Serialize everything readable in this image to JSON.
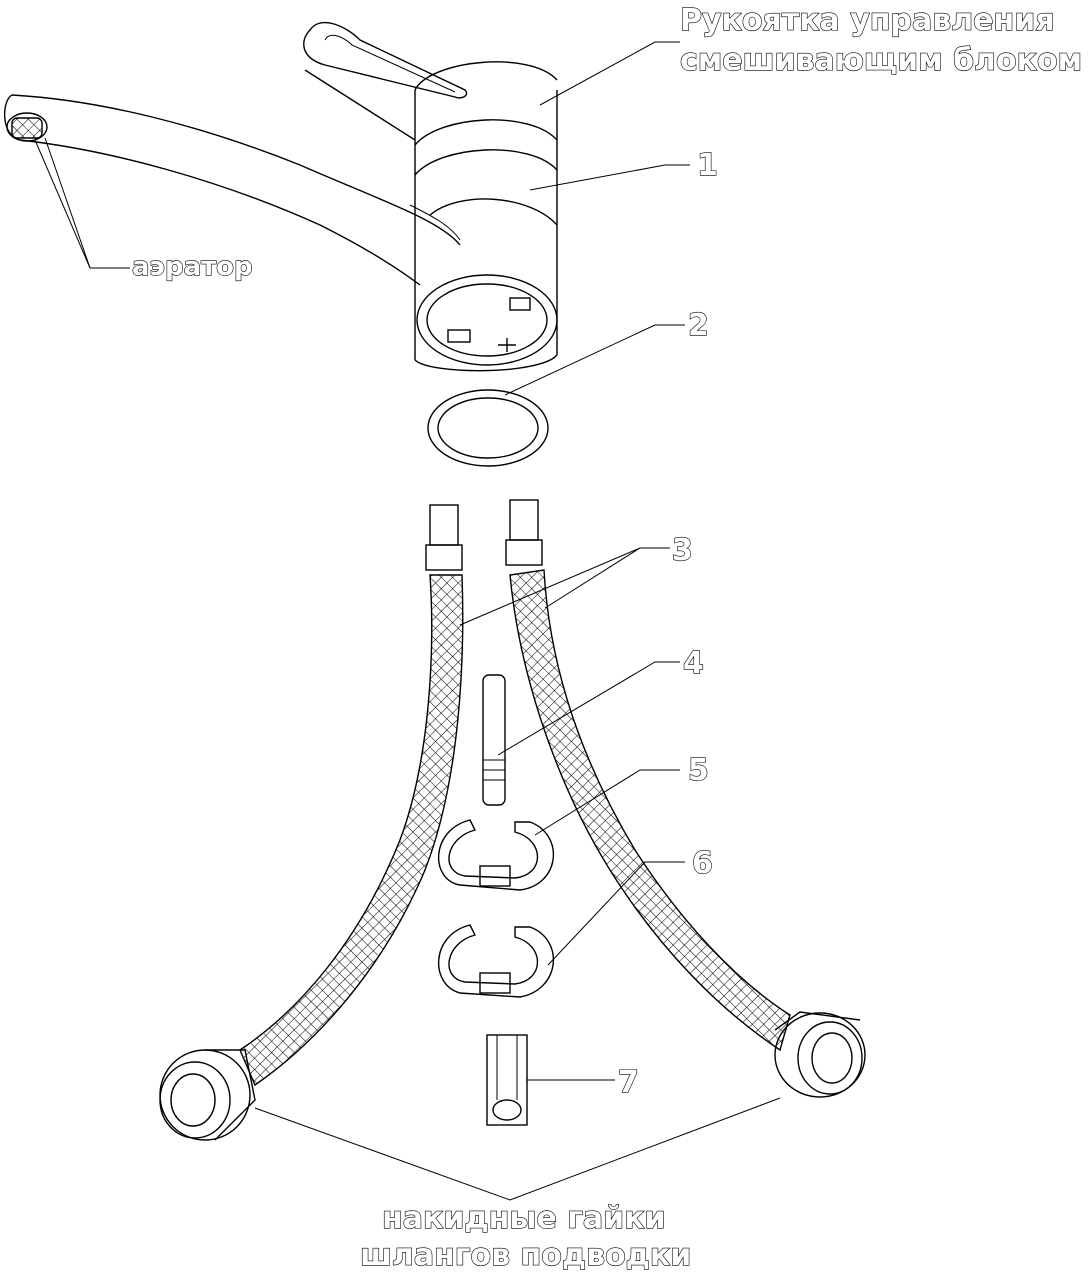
{
  "labels": {
    "handle_line1": "Рукоятка управления",
    "handle_line2": "смешивающим блоком",
    "aerator": "аэратор",
    "num1": "1",
    "num2": "2",
    "num3": "3",
    "num4": "4",
    "num5": "5",
    "num6": "6",
    "num7": "7",
    "nuts_line1": "накидные гайки",
    "nuts_line2": "шлангов подводки"
  }
}
